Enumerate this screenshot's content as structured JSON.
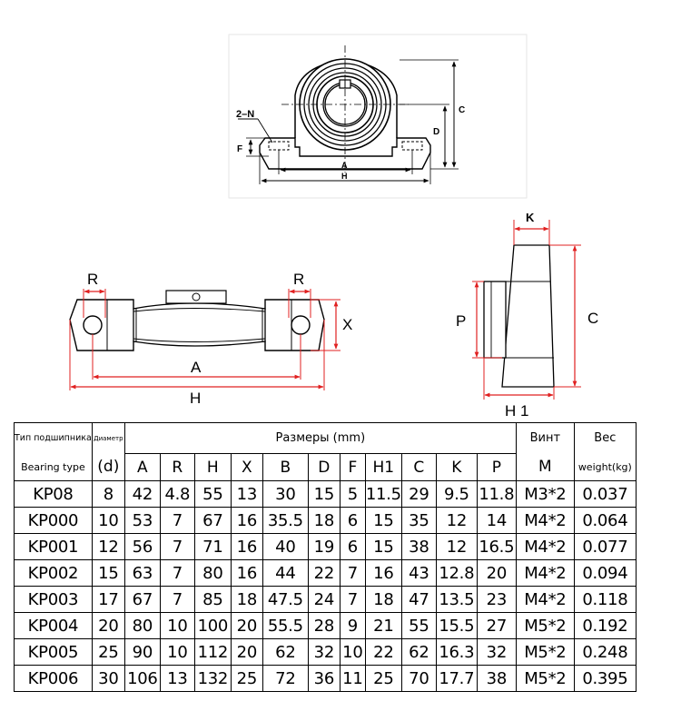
{
  "drawing_labels": {
    "front_view": {
      "n_holes": "2–N",
      "a": "A",
      "h": "H",
      "c": "C",
      "d": "D",
      "f": "F"
    },
    "top_view": {
      "r_left": "R",
      "r_right": "R",
      "x": "X",
      "a": "A",
      "h": "H"
    },
    "side_view": {
      "k": "K",
      "p": "P",
      "c": "C",
      "h1": "H 1"
    }
  },
  "table": {
    "header": {
      "type_ru": "Тип подшипника",
      "type_en": "Bearing type",
      "diameter_ru": "Диаметр",
      "diameter_sym": "(d)",
      "dimensions": "Размеры (mm)",
      "screw_ru": "Винт",
      "screw_sym": "M",
      "weight_ru": "Вес",
      "weight_en": "weight(kg)",
      "columns": [
        "A",
        "R",
        "H",
        "X",
        "B",
        "D",
        "F",
        "H1",
        "C",
        "K",
        "P"
      ]
    },
    "rows": [
      [
        "KP08",
        "8",
        "42",
        "4.8",
        "55",
        "13",
        "30",
        "15",
        "5",
        "11.5",
        "29",
        "9.5",
        "11.8",
        "M3*2",
        "0.037"
      ],
      [
        "KP000",
        "10",
        "53",
        "7",
        "67",
        "16",
        "35.5",
        "18",
        "6",
        "15",
        "35",
        "12",
        "14",
        "M4*2",
        "0.064"
      ],
      [
        "KP001",
        "12",
        "56",
        "7",
        "71",
        "16",
        "40",
        "19",
        "6",
        "15",
        "38",
        "12",
        "16.5",
        "M4*2",
        "0.077"
      ],
      [
        "KP002",
        "15",
        "63",
        "7",
        "80",
        "16",
        "44",
        "22",
        "7",
        "16",
        "43",
        "12.8",
        "20",
        "M4*2",
        "0.094"
      ],
      [
        "KP003",
        "17",
        "67",
        "7",
        "85",
        "18",
        "47.5",
        "24",
        "7",
        "18",
        "47",
        "13.5",
        "23",
        "M4*2",
        "0.118"
      ],
      [
        "KP004",
        "20",
        "80",
        "10",
        "100",
        "20",
        "55.5",
        "28",
        "9",
        "21",
        "55",
        "15.5",
        "27",
        "M5*2",
        "0.192"
      ],
      [
        "KP005",
        "25",
        "90",
        "10",
        "112",
        "20",
        "62",
        "32",
        "10",
        "22",
        "62",
        "16.3",
        "32",
        "M5*2",
        "0.248"
      ],
      [
        "KP006",
        "30",
        "106",
        "13",
        "132",
        "25",
        "72",
        "36",
        "11",
        "25",
        "70",
        "17.7",
        "38",
        "M5*2",
        "0.395"
      ]
    ]
  }
}
